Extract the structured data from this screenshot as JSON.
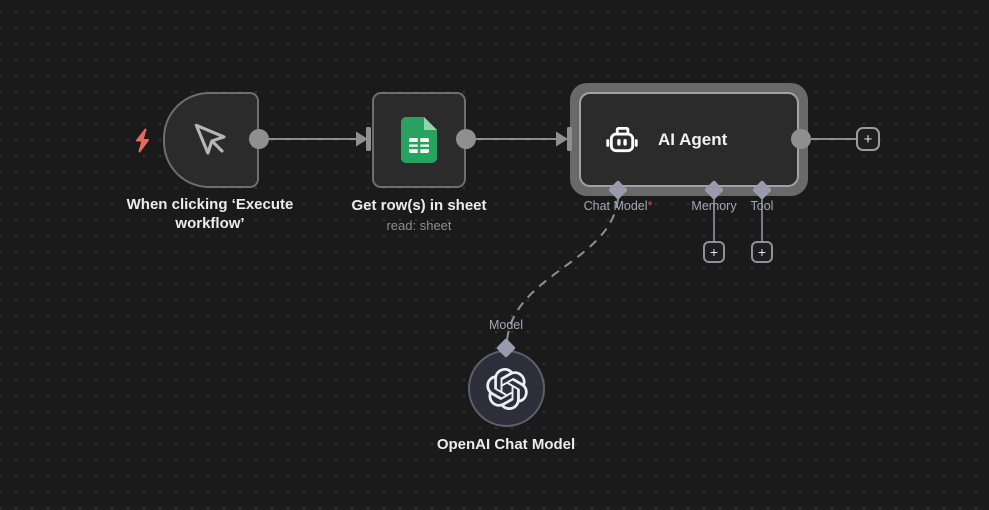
{
  "workflow": {
    "nodes": {
      "trigger": {
        "title": "When clicking ‘Execute workflow’"
      },
      "sheets": {
        "title": "Get row(s) in sheet",
        "subtitle": "read: sheet"
      },
      "agent": {
        "title": "AI Agent",
        "ports": {
          "chat_model": "Chat Model",
          "required_marker": "*",
          "memory": "Memory",
          "tool": "Tool"
        }
      },
      "openai": {
        "title": "OpenAI Chat Model",
        "port": "Model"
      }
    },
    "ui": {
      "plus": "+"
    },
    "colors": {
      "background": "#1a1a1a",
      "grid_dot": "#303030",
      "node_fill": "#2b2b2b",
      "node_border": "#6e6e6e",
      "selection_ring": "#696969",
      "connector": "#8f8f8f",
      "port_diamond": "#9a9aaf",
      "port_label": "#a6a6b8",
      "required_asterisk": "#e0524e",
      "trigger_pin": "#e4695c",
      "sheets_green": "#28a25f",
      "sheets_fold_green": "#8fd6ae",
      "openai_node_fill": "#2d2e3a",
      "title_text": "#ececec",
      "subtitle_text": "#8e8e8e"
    }
  }
}
